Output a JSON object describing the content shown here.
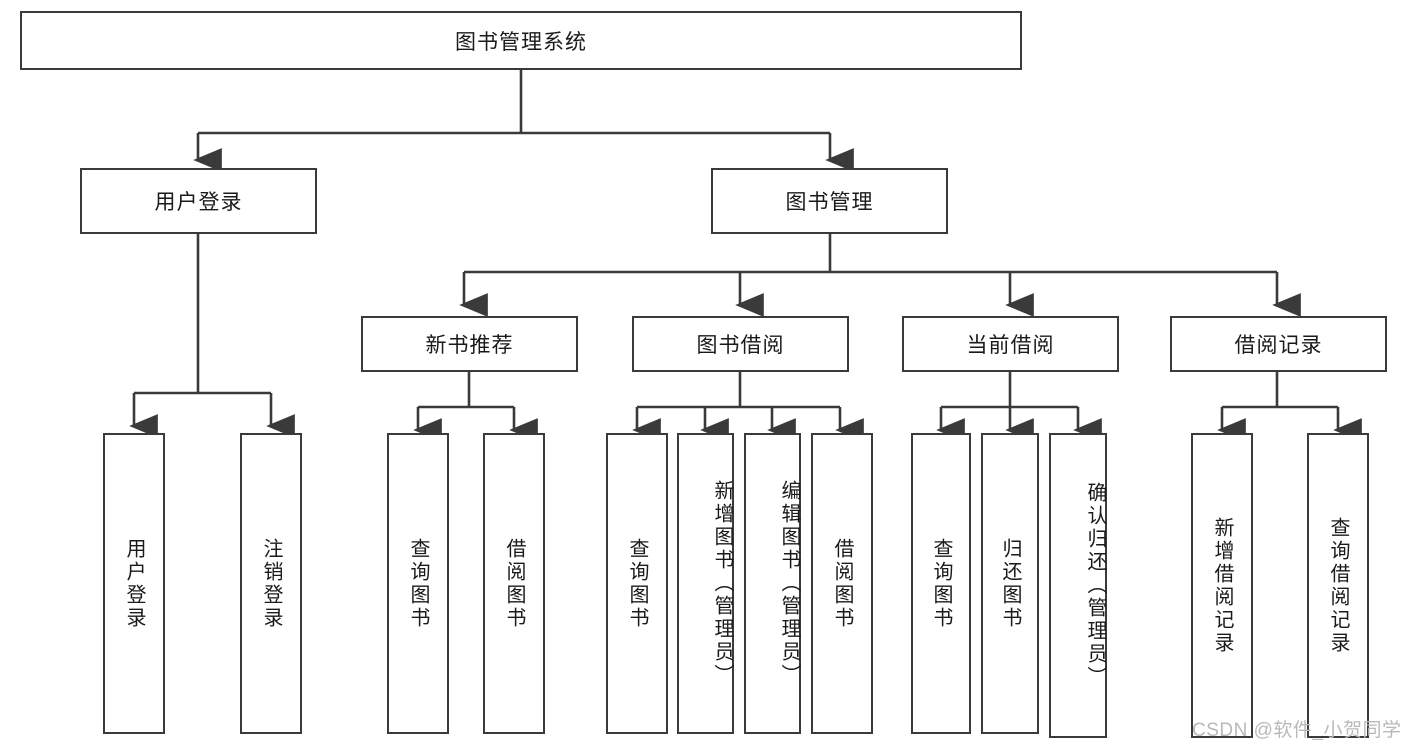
{
  "diagram": {
    "type": "hierarchy-tree",
    "title": "图书管理系统",
    "root": {
      "label": "图书管理系统",
      "children": [
        {
          "label": "用户登录",
          "children": [
            {
              "label": "用户登录"
            },
            {
              "label": "注销登录"
            }
          ]
        },
        {
          "label": "图书管理",
          "children": [
            {
              "label": "新书推荐",
              "children": [
                {
                  "label": "查询图书"
                },
                {
                  "label": "借阅图书"
                }
              ]
            },
            {
              "label": "图书借阅",
              "children": [
                {
                  "label": "查询图书"
                },
                {
                  "label": "新增图书（管理员）"
                },
                {
                  "label": "编辑图书（管理员）"
                },
                {
                  "label": "借阅图书"
                }
              ]
            },
            {
              "label": "当前借阅",
              "children": [
                {
                  "label": "查询图书"
                },
                {
                  "label": "归还图书"
                },
                {
                  "label": "确认归还（管理员）"
                }
              ]
            },
            {
              "label": "借阅记录",
              "children": [
                {
                  "label": "新增借阅记录"
                },
                {
                  "label": "查询借阅记录"
                }
              ]
            }
          ]
        }
      ]
    }
  },
  "nodes": {
    "root": "图书管理系统",
    "l1_user_login": "用户登录",
    "l1_book_mgmt": "图书管理",
    "l2_new_book_rec": "新书推荐",
    "l2_book_borrow": "图书借阅",
    "l2_current_borrow": "当前借阅",
    "l2_borrow_record": "借阅记录",
    "leaf_user_login": "用户登录",
    "leaf_logout": "注销登录",
    "leaf_nr_query": "查询图书",
    "leaf_nr_borrow": "借阅图书",
    "leaf_bb_query": "查询图书",
    "leaf_bb_add": "新增图书（管理员）",
    "leaf_bb_edit": "编辑图书（管理员）",
    "leaf_bb_borrow": "借阅图书",
    "leaf_cb_query": "查询图书",
    "leaf_cb_return": "归还图书",
    "leaf_cb_confirm": "确认归还（管理员）",
    "leaf_br_add": "新增借阅记录",
    "leaf_br_query": "查询借阅记录"
  },
  "watermark": {
    "text": "CSDN @软件_小贺同学"
  },
  "colors": {
    "stroke": "#3a3a3a",
    "text": "#1a1a1a",
    "background": "#ffffff",
    "watermark": "#b9b9b9"
  }
}
